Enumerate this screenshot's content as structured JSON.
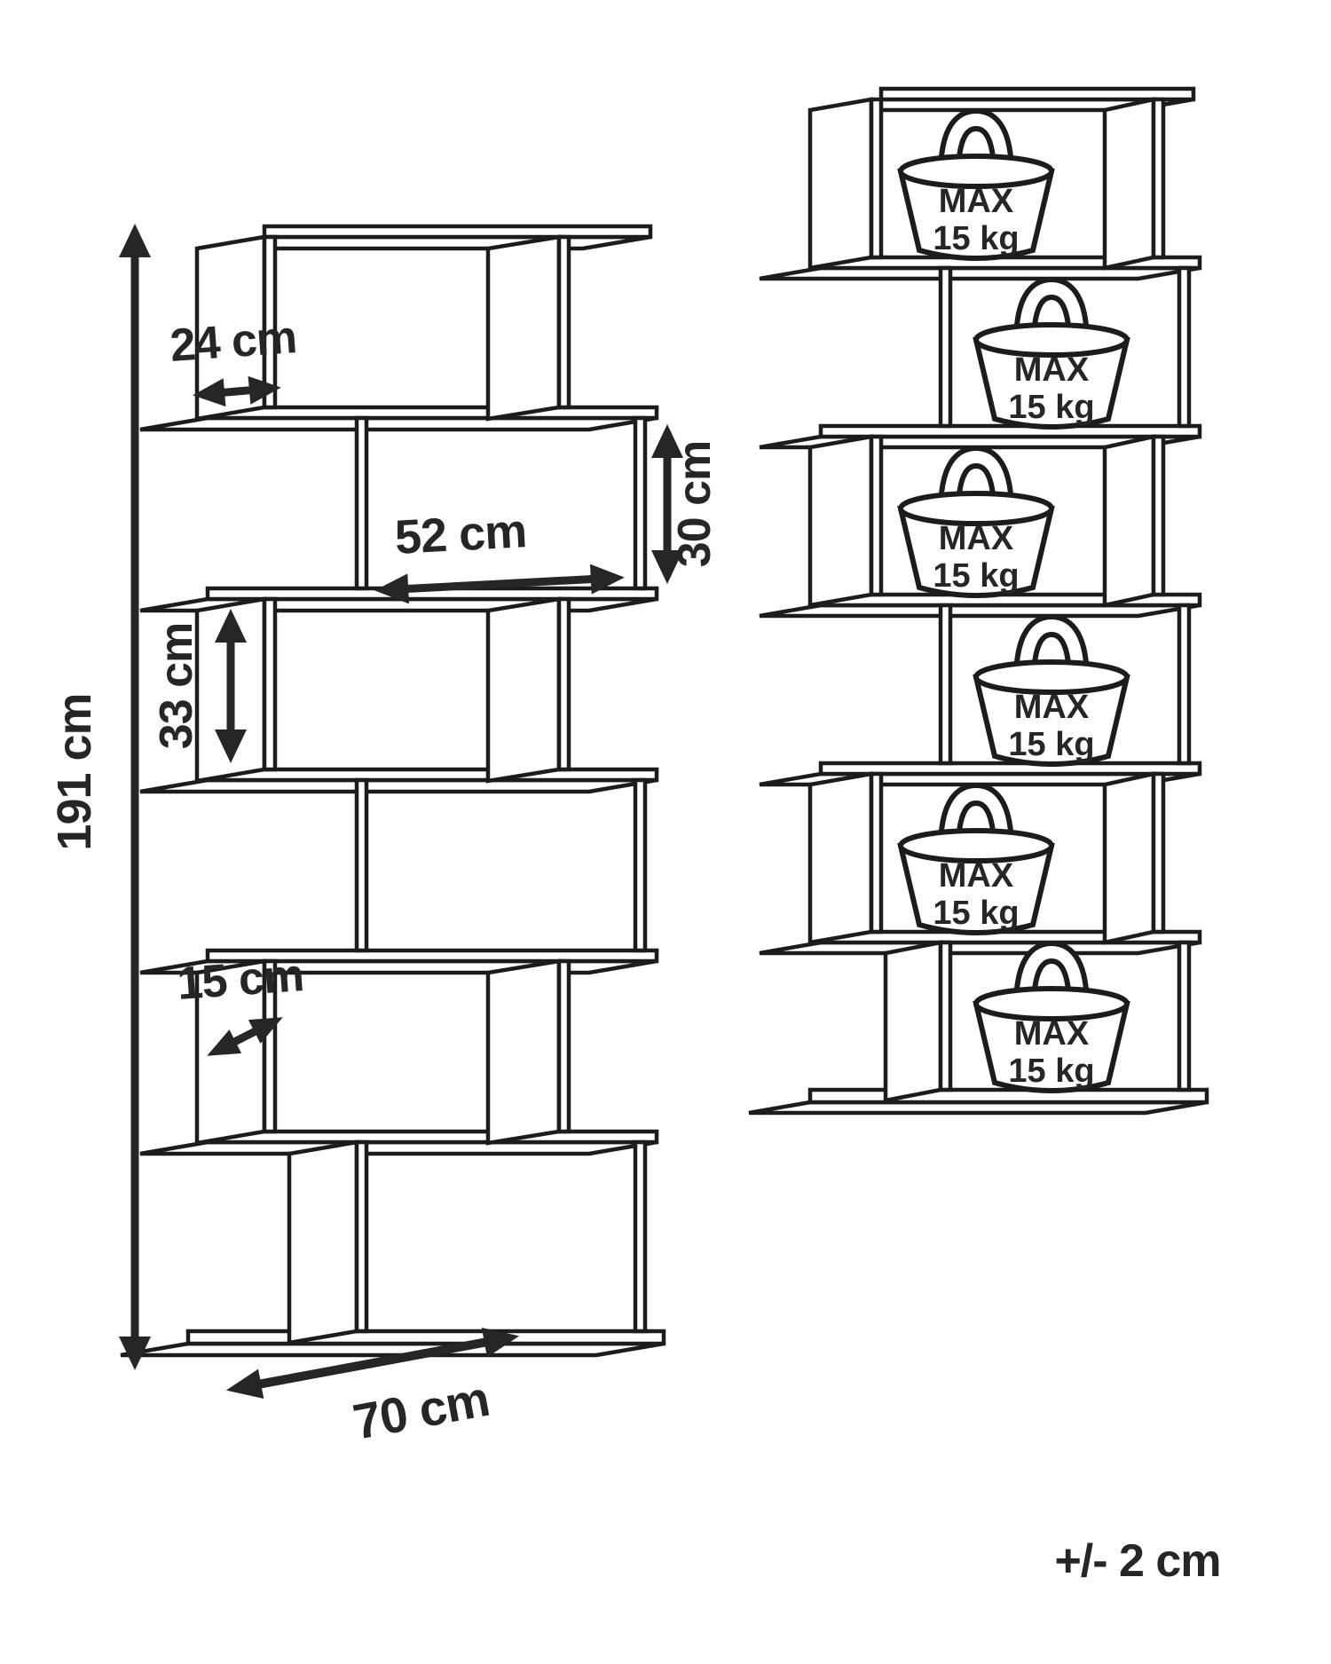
{
  "diagram": {
    "type": "furniture-dimension-diagram",
    "product": "6-tier zigzag bookshelf",
    "shelf_count": 6,
    "colors": {
      "line": "#1c1c1c",
      "text": "#262626",
      "background": "#ffffff"
    },
    "dimensions": {
      "height": "191 cm",
      "width": "70 cm",
      "top_panel_depth": "24 cm",
      "compartment_inner_width": "52 cm",
      "compartment_inner_height": "30 cm",
      "side_panel_height": "33 cm",
      "bottom_panel_depth": "15 cm"
    },
    "dimensions_cm": {
      "height": 191,
      "width": 70,
      "top_panel_depth": 24,
      "compartment_inner_width": 52,
      "compartment_inner_height": 30,
      "side_panel_height": 33,
      "bottom_panel_depth": 15
    },
    "max_load": {
      "line1": "MAX",
      "line2": "15 kg",
      "per_shelf_kg": 15
    },
    "tolerance": {
      "note": "+/- 2 cm",
      "value_cm": 2
    }
  }
}
